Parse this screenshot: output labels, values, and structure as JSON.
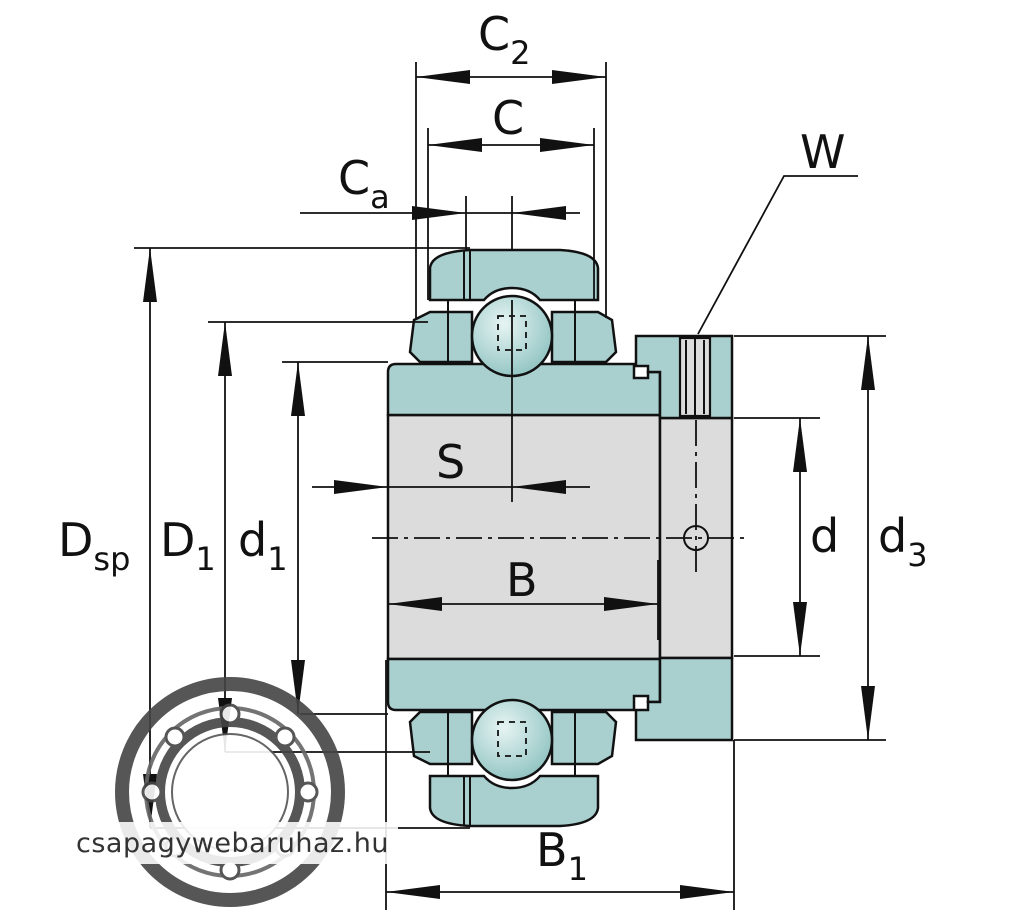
{
  "labels": {
    "C2": {
      "main": "C",
      "sub": "2"
    },
    "C": {
      "main": "C"
    },
    "Ca": {
      "main": "C",
      "sub": "a"
    },
    "W": {
      "main": "W"
    },
    "S": {
      "main": "S"
    },
    "B": {
      "main": "B"
    },
    "B1": {
      "main": "B",
      "sub": "1"
    },
    "Dsp": {
      "main": "D",
      "sub": "sp"
    },
    "D1": {
      "main": "D",
      "sub": "1"
    },
    "d1": {
      "main": "d",
      "sub": "1"
    },
    "d": {
      "main": "d"
    },
    "d3": {
      "main": "d",
      "sub": "3"
    }
  },
  "watermark": {
    "text": "csapagywebaruhaz.hu",
    "icon": "ball-bearing-logo-icon"
  },
  "colors": {
    "ring_fill": "#a9d0cf",
    "bore_fill": "#dcdcdc",
    "line": "#111111"
  }
}
